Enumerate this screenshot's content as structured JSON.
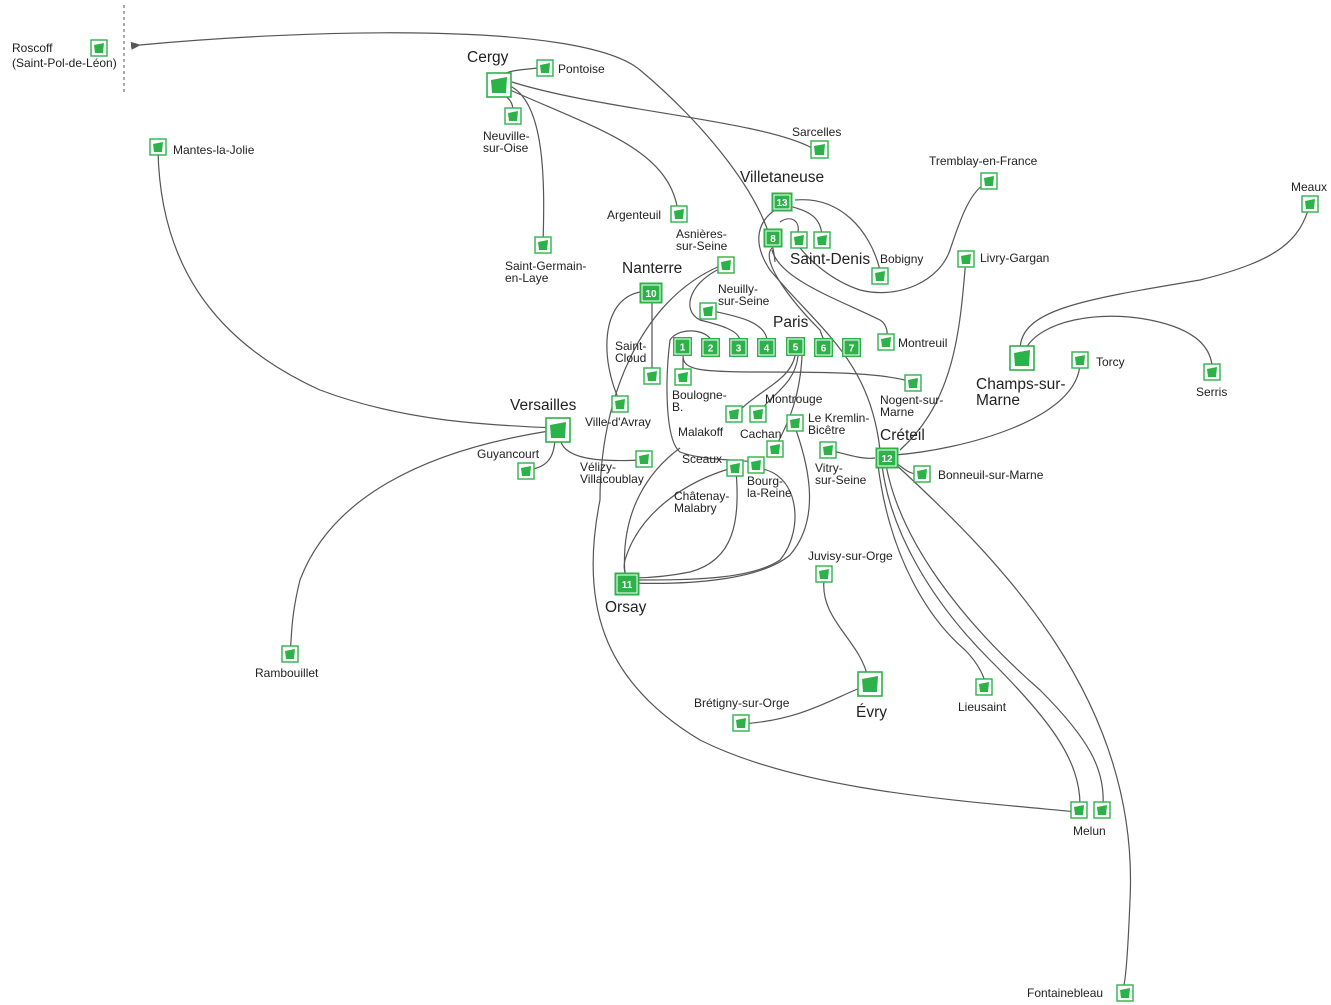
{
  "colors": {
    "node_fill": "#2db24a",
    "node_border": "#2db24a",
    "line": "#555555",
    "text": "#222222"
  },
  "stations": {
    "roscoff": "Roscoff\n(Saint-Pol-de-Léon)",
    "cergy": "Cergy",
    "pontoise": "Pontoise",
    "neuville": "Neuville-\nsur-Oise",
    "mantes": "Mantes-la-Jolie",
    "sarcelles": "Sarcelles",
    "tremblay": "Tremblay-en-France",
    "meaux": "Meaux",
    "villetaneuse": "Villetaneuse",
    "argenteuil": "Argenteuil",
    "saint_germain": "Saint-Germain-\nen-Laye",
    "asnieres": "Asnières-\nsur-Seine",
    "saint_denis": "Saint-Denis",
    "bobigny": "Bobigny",
    "livry": "Livry-Gargan",
    "nanterre": "Nanterre",
    "neuilly": "Neuilly-\nsur-Seine",
    "paris": "Paris",
    "montreuil": "Montreuil",
    "saint_cloud": "Saint-\nCloud",
    "champs": "Champs-sur-\nMarne",
    "torcy": "Torcy",
    "serris": "Serris",
    "boulogne": "Boulogne-\nB.",
    "nogent": "Nogent-sur-\nMarne",
    "versailles": "Versailles",
    "ville_davray": "Ville-d'Avray",
    "montrouge": "Montrouge",
    "malakoff": "Malakoff",
    "cachan": "Cachan",
    "kremlin": "Le Kremlin-\nBicêtre",
    "creteil": "Créteil",
    "guyancourt": "Guyancourt",
    "velizy": "Vélizy-\nVillacoublay",
    "sceaux": "Sceaux",
    "bourg": "Bourg-\nla-Reine",
    "vitry": "Vitry-\nsur-Seine",
    "bonneuil": "Bonneuil-sur-Marne",
    "chatenay": "Châtenay-\nMalabry",
    "orsay": "Orsay",
    "juvisy": "Juvisy-sur-Orge",
    "rambouillet": "Rambouillet",
    "evry": "Évry",
    "bretigny": "Brétigny-sur-Orge",
    "lieusaint": "Lieusaint",
    "melun": "Melun",
    "fontainebleau": "Fontainebleau"
  },
  "paris_units": [
    "1",
    "2",
    "3",
    "4",
    "5",
    "6",
    "7"
  ],
  "numbered_units": {
    "villetaneuse": "13",
    "saint_denis": "8",
    "nanterre": "10",
    "orsay": "11",
    "creteil": "12"
  }
}
